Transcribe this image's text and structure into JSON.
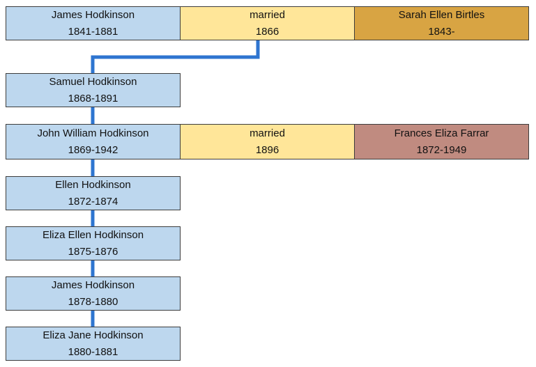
{
  "colors": {
    "person": "#bdd7ee",
    "married": "#ffe699",
    "spouse_sarah": "#d8a443",
    "spouse_frances": "#c08b80",
    "connector": "#2e75d0"
  },
  "marriage_1": {
    "husband": {
      "name": "James Hodkinson",
      "dates": "1841-1881"
    },
    "label": "married",
    "year": "1866",
    "wife": {
      "name": "Sarah Ellen Birtles",
      "dates": "1843-"
    }
  },
  "marriage_2": {
    "husband": {
      "name": "John William Hodkinson",
      "dates": "1869-1942"
    },
    "label": "married",
    "year": "1896",
    "wife": {
      "name": "Frances Eliza Farrar",
      "dates": "1872-1949"
    }
  },
  "children": [
    {
      "name": "Samuel Hodkinson",
      "dates": "1868-1891"
    },
    {
      "name": "John William Hodkinson",
      "dates": "1869-1942"
    },
    {
      "name": "Ellen Hodkinson",
      "dates": "1872-1874"
    },
    {
      "name": "Eliza Ellen Hodkinson",
      "dates": "1875-1876"
    },
    {
      "name": "James Hodkinson",
      "dates": "1878-1880"
    },
    {
      "name": "Eliza Jane Hodkinson",
      "dates": "1880-1881"
    }
  ]
}
